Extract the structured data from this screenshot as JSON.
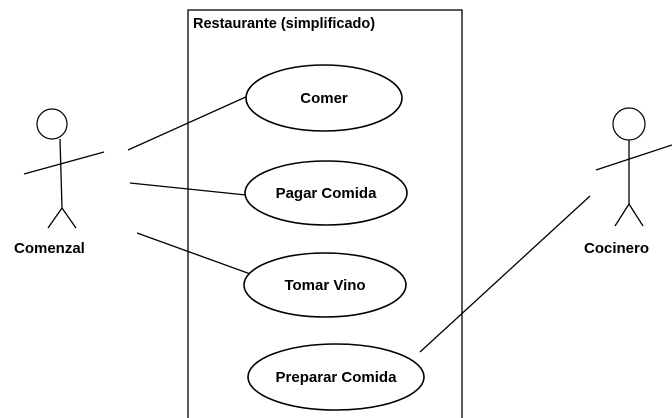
{
  "system": {
    "title": "Restaurante (simplificado)"
  },
  "actors": [
    {
      "id": "comenzal",
      "label": "Comenzal"
    },
    {
      "id": "cocinero",
      "label": "Cocinero"
    }
  ],
  "use_cases": [
    {
      "id": "comer",
      "label": "Comer"
    },
    {
      "id": "pagar-comida",
      "label": "Pagar Comida"
    },
    {
      "id": "tomar-vino",
      "label": "Tomar Vino"
    },
    {
      "id": "preparar-comida",
      "label": "Preparar Comida"
    }
  ],
  "associations": [
    {
      "actor": "comenzal",
      "use_case": "comer"
    },
    {
      "actor": "comenzal",
      "use_case": "pagar-comida"
    },
    {
      "actor": "comenzal",
      "use_case": "tomar-vino"
    },
    {
      "actor": "cocinero",
      "use_case": "preparar-comida"
    }
  ]
}
